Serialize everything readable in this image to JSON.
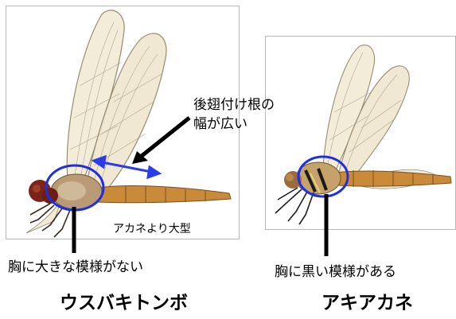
{
  "callouts": {
    "wing_base_line1": "後翅付け根の",
    "wing_base_line2": "幅が広い",
    "larger": "アカネより大型",
    "no_pattern": "胸に大きな模様がない",
    "black_pattern": "胸に黒い模様がある"
  },
  "species": {
    "left": "ウスバキトンボ",
    "right": "アキアカネ"
  },
  "colors": {
    "highlight_blue": "#1f2ee0",
    "arrow_blue": "#2b3de8",
    "pointer_black": "#000000",
    "body_orange": "#c98a3a",
    "eye_red": "#7a2418",
    "wing_tint": "#f1ead5"
  },
  "icons": {
    "left_image": "dragonfly-ususbakitombo",
    "right_image": "dragonfly-akiakane"
  }
}
